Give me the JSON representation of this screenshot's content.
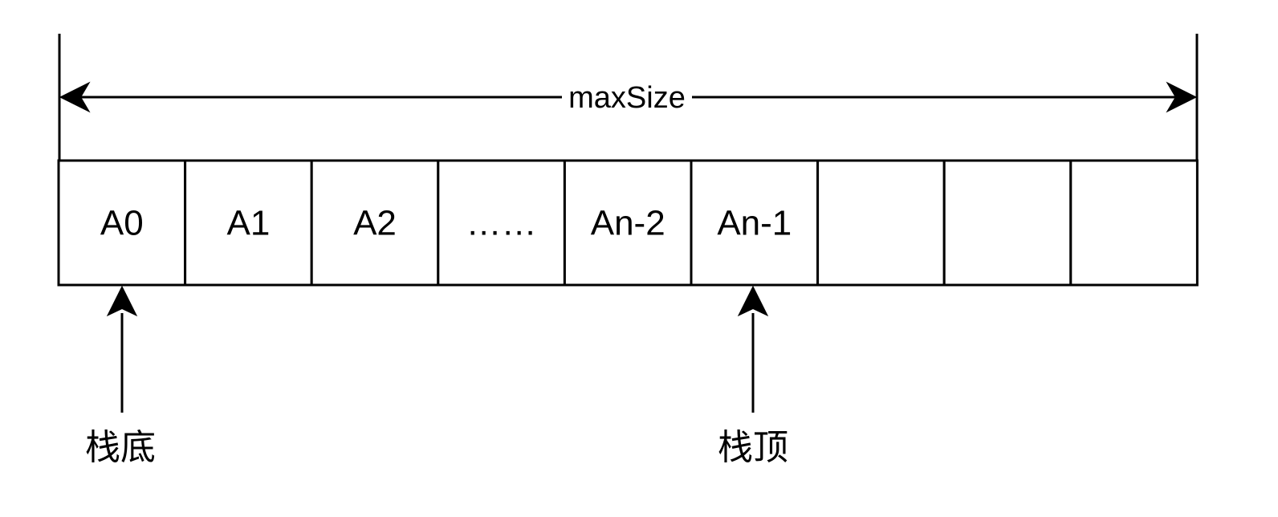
{
  "max_size_label": "maxSize",
  "cells": [
    "A0",
    "A1",
    "A2",
    "……",
    "An-2",
    "An-1",
    "",
    "",
    ""
  ],
  "pointers": {
    "bottom": {
      "label": "栈底",
      "cell_index": 0
    },
    "top": {
      "label": "栈顶",
      "cell_index": 5
    }
  },
  "colors": {
    "stroke": "#000000",
    "background": "#ffffff"
  }
}
